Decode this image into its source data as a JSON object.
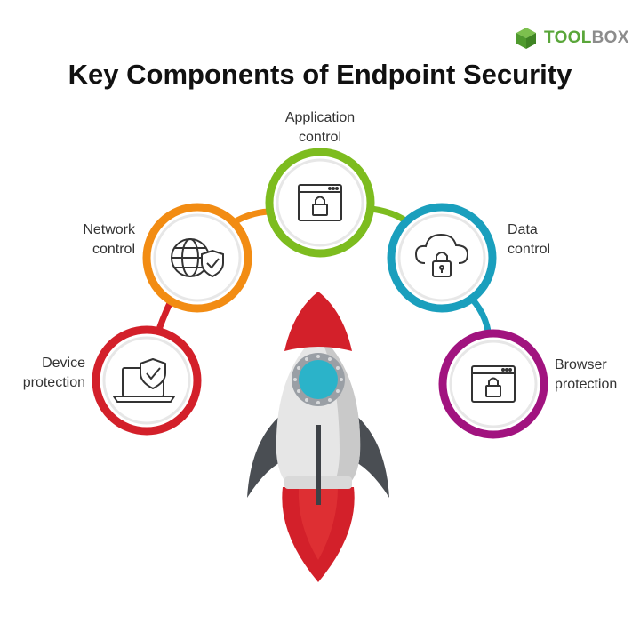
{
  "brand": {
    "name_part1": "TOOL",
    "name_part2": "BOX",
    "colors": {
      "green": "#5aa63a",
      "gray": "#8c8c8c"
    }
  },
  "title": "Key Components of Endpoint Security",
  "components": [
    {
      "line1": "Device",
      "line2": "protection",
      "ring_color": "#d3202a",
      "icon": "laptop-shield-icon"
    },
    {
      "line1": "Network",
      "line2": "control",
      "ring_color": "#f28c13",
      "icon": "globe-shield-icon"
    },
    {
      "line1": "Application",
      "line2": "control",
      "ring_color": "#7dbc1f",
      "icon": "browser-lock-icon"
    },
    {
      "line1": "Data",
      "line2": "control",
      "ring_color": "#1a9fbd",
      "icon": "cloud-lock-icon"
    },
    {
      "line1": "Browser",
      "line2": "protection",
      "ring_color": "#a1137f",
      "icon": "browser-lock-icon"
    }
  ],
  "rocket": {
    "body": "#e6e6e6",
    "nose": "#d3202a",
    "window": "#2bb3c9",
    "fins": "#4a4e53",
    "flame": "#d3202a"
  }
}
